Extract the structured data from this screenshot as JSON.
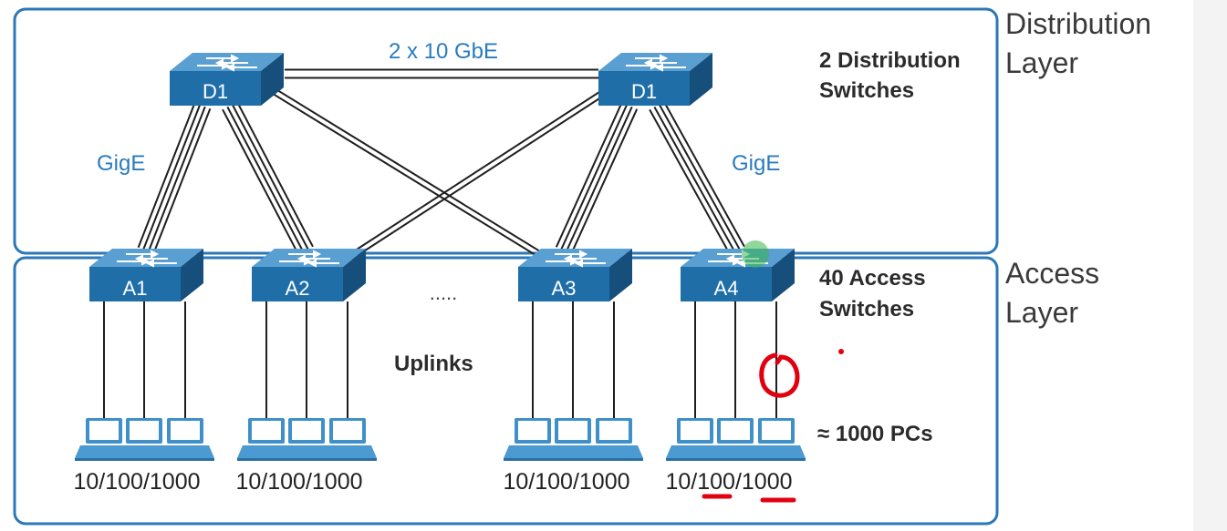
{
  "colors": {
    "frame": "#2b77b8",
    "switch_front": "#1f6ea8",
    "switch_top": "#5a9fd1",
    "switch_side": "#174f7c",
    "pc_body": "#3f8fc9",
    "annotation": "#e00010"
  },
  "distribution": {
    "layer_line1": "Distribution",
    "layer_line2": "Layer",
    "side_line1": "2 Distribution",
    "side_line2": "Switches",
    "link_label": "2 x 10 GbE",
    "gige_left": "GigE",
    "gige_right": "GigE",
    "switches": [
      "D1",
      "D1"
    ]
  },
  "access": {
    "layer_line1": "Access",
    "layer_line2": "Layer",
    "side_line1": "40 Access",
    "side_line2": "Switches",
    "switches": [
      "A1",
      "A2",
      "A3",
      "A4"
    ],
    "ellipsis": ".....",
    "uplinks_label": "Uplinks",
    "pcs_label": "≈ 1000 PCs",
    "speeds": [
      "10/100/1000",
      "10/100/1000",
      "10/100/1000",
      "10/100/1000"
    ]
  },
  "icons": [
    "switch-icon",
    "pc-icon",
    "annotation-circle-icon"
  ]
}
